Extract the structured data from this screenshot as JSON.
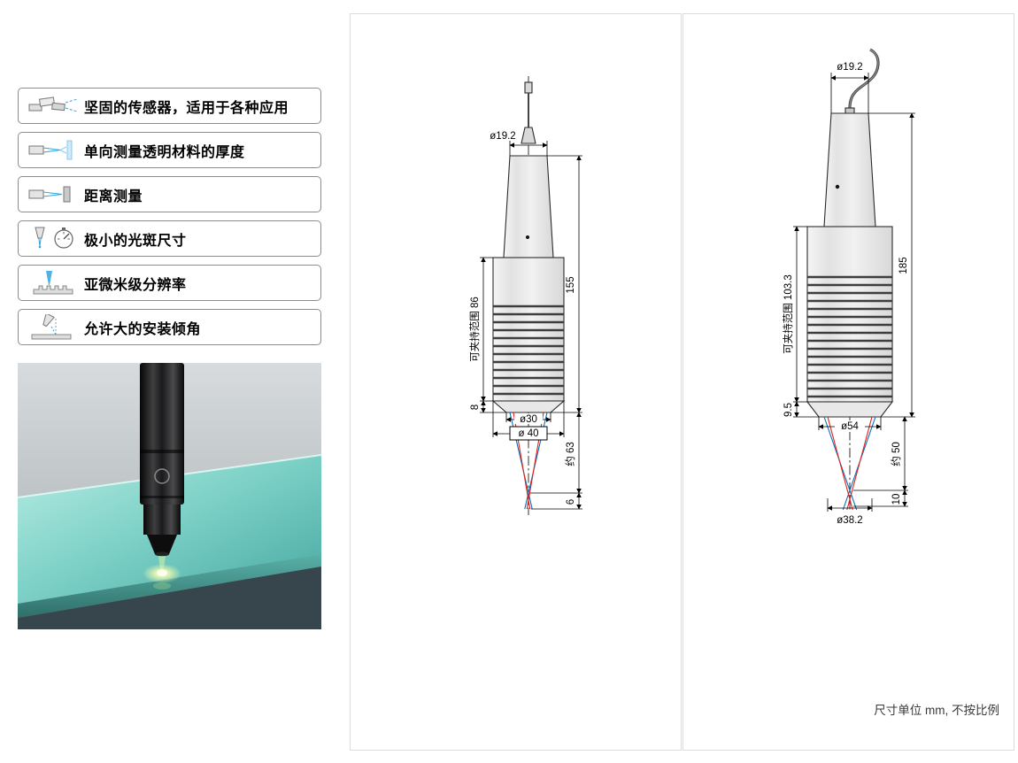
{
  "features": [
    {
      "label": "坚固的传感器，适用于各种应用"
    },
    {
      "label": "单向测量透明材料的厚度"
    },
    {
      "label": "距离测量"
    },
    {
      "label": "极小的光斑尺寸"
    },
    {
      "label": "亚微米级分辨率"
    },
    {
      "label": "允许大的安装倾角"
    }
  ],
  "drawing_left": {
    "top_diameter": "ø19.2",
    "total_length": "155",
    "clamping_range": "可夹持范围 86",
    "nozzle_length": "8",
    "nozzle_diameter": "ø30",
    "housing_diameter": "ø 40",
    "working_distance": "约 63",
    "measuring_range": "6"
  },
  "drawing_right": {
    "top_diameter": "ø19.2",
    "total_length": "185",
    "clamping_range": "可夹持范围 103.3",
    "nozzle_length": "9.5",
    "nozzle_diameter": "ø54",
    "working_distance": "约 50",
    "measuring_range": "10",
    "spot_circle_diameter": "ø38.2"
  },
  "footnote": "尺寸单位 mm, 不按比例",
  "colors": {
    "beam_blue": "#0a6fb8",
    "beam_red": "#e0231c",
    "icon_blue": "#2fa6de"
  }
}
